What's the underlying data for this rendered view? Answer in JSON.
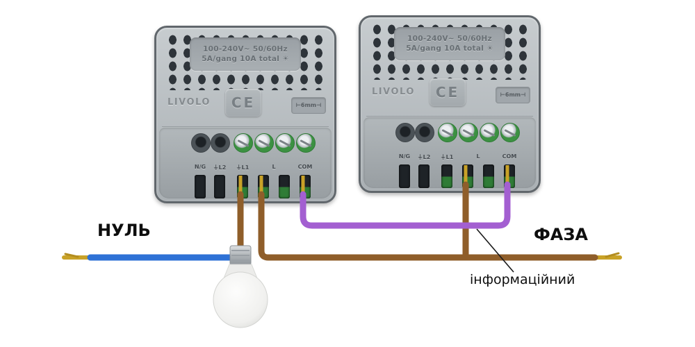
{
  "diagram": {
    "title": "two-gang Livolo module wiring diagram",
    "labels": {
      "neutral": "НУЛЬ",
      "phase": "ФАЗА",
      "annotation": "інформаційний"
    },
    "module": {
      "specs_line1": "100-240V~  50/60Hz",
      "specs_line2": "5A/gang 10A total ☀",
      "brand": "LIVOLO",
      "ce_mark": "CE",
      "gauge": "⊢6mm⊣",
      "terminals": [
        "N/G",
        "⏚L2",
        "⏚L1",
        "L",
        "COM"
      ]
    },
    "colors": {
      "neutral_wire": "#2e72d6",
      "phase_wire": "#8f5e2a",
      "signal_wire": "#a35fd1",
      "bare_conductor": "#c9a227",
      "module_body": "#b4babd",
      "vent_hole": "#2e343a"
    }
  }
}
